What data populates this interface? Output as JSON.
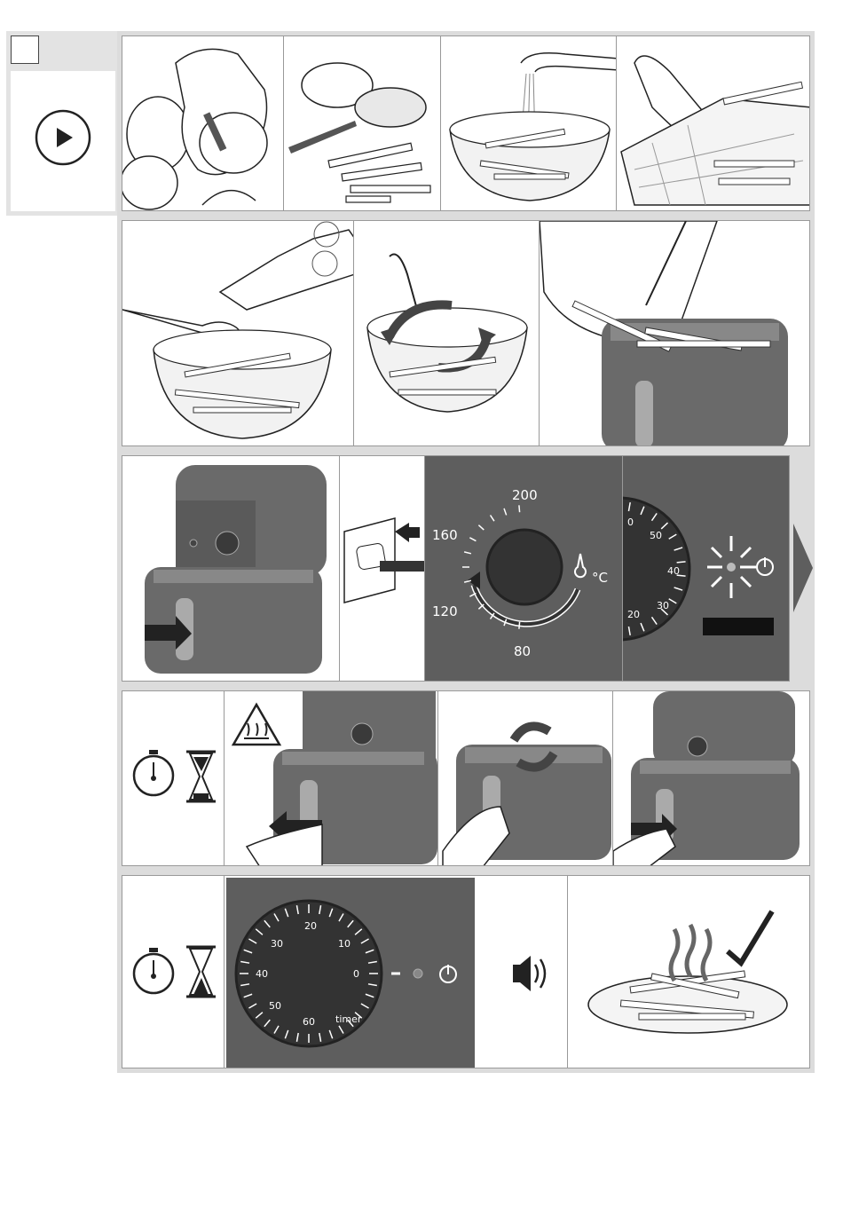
{
  "step": {
    "number": "",
    "play_icon": "play-icon"
  },
  "temperature_dial": {
    "labels": [
      "200",
      "160",
      "120",
      "80"
    ],
    "unit": "°C",
    "icon": "thermometer-icon"
  },
  "timer_dial_small": {
    "labels": [
      "50",
      "40",
      "30",
      "20",
      "0"
    ]
  },
  "timer_dial": {
    "labels": [
      "20",
      "10",
      "0",
      "30",
      "40",
      "50",
      "60"
    ],
    "caption": "timer"
  },
  "icons": {
    "stopwatch": "stopwatch-icon",
    "hourglass_full": "hourglass-top-icon",
    "hourglass_done": "hourglass-bottom-icon",
    "hot_surface": "hot-surface-warning-icon",
    "speaker": "speaker-sound-icon",
    "check": "checkmark-icon",
    "arrow_next": "next-arrow-icon",
    "timer_symbol": "timer-symbol-icon"
  },
  "colors": {
    "dark_panel": "#5e5e5e",
    "band": "#dcdcdc",
    "appliance": "#6a6a6a",
    "outline": "#222222"
  }
}
